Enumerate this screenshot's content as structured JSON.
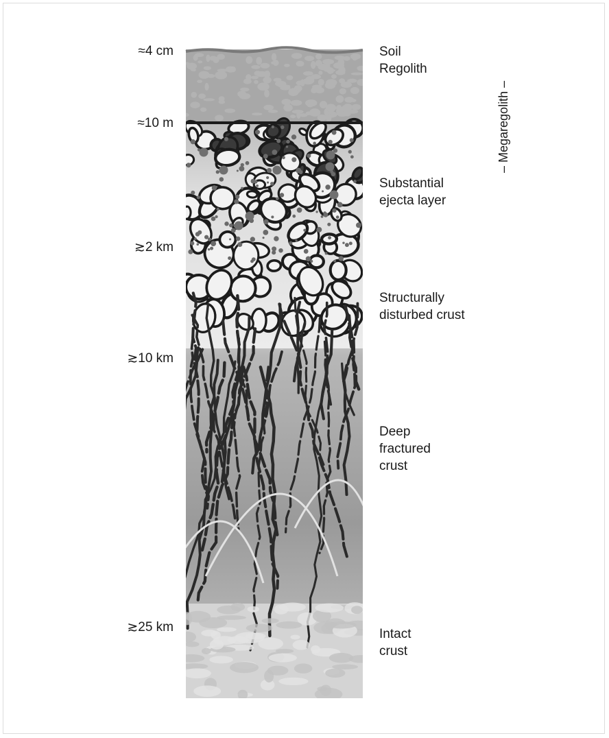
{
  "depth_labels": [
    "≈4 cm",
    "≈10 m",
    "≳2 km",
    "≳10 km",
    "≳25 km"
  ],
  "layer_labels": [
    "Soil\nRegolith",
    "Substantial\nejecta layer",
    "Structurally\ndisturbed crust",
    "Deep\nfractured\ncrust",
    "Intact\ncrust"
  ],
  "megaregolith_label": "– Megaregolith –",
  "colors": {
    "soil": "#a9a9a9",
    "soil_surface": "#7f7f7f",
    "ejecta_background": "#e8e8e8",
    "clast_outline": "#1c1c1c",
    "fractured_crust": "#9e9e9e",
    "intact_crust": "#d6d6d6",
    "fracture_line": "#2a2a2a"
  }
}
